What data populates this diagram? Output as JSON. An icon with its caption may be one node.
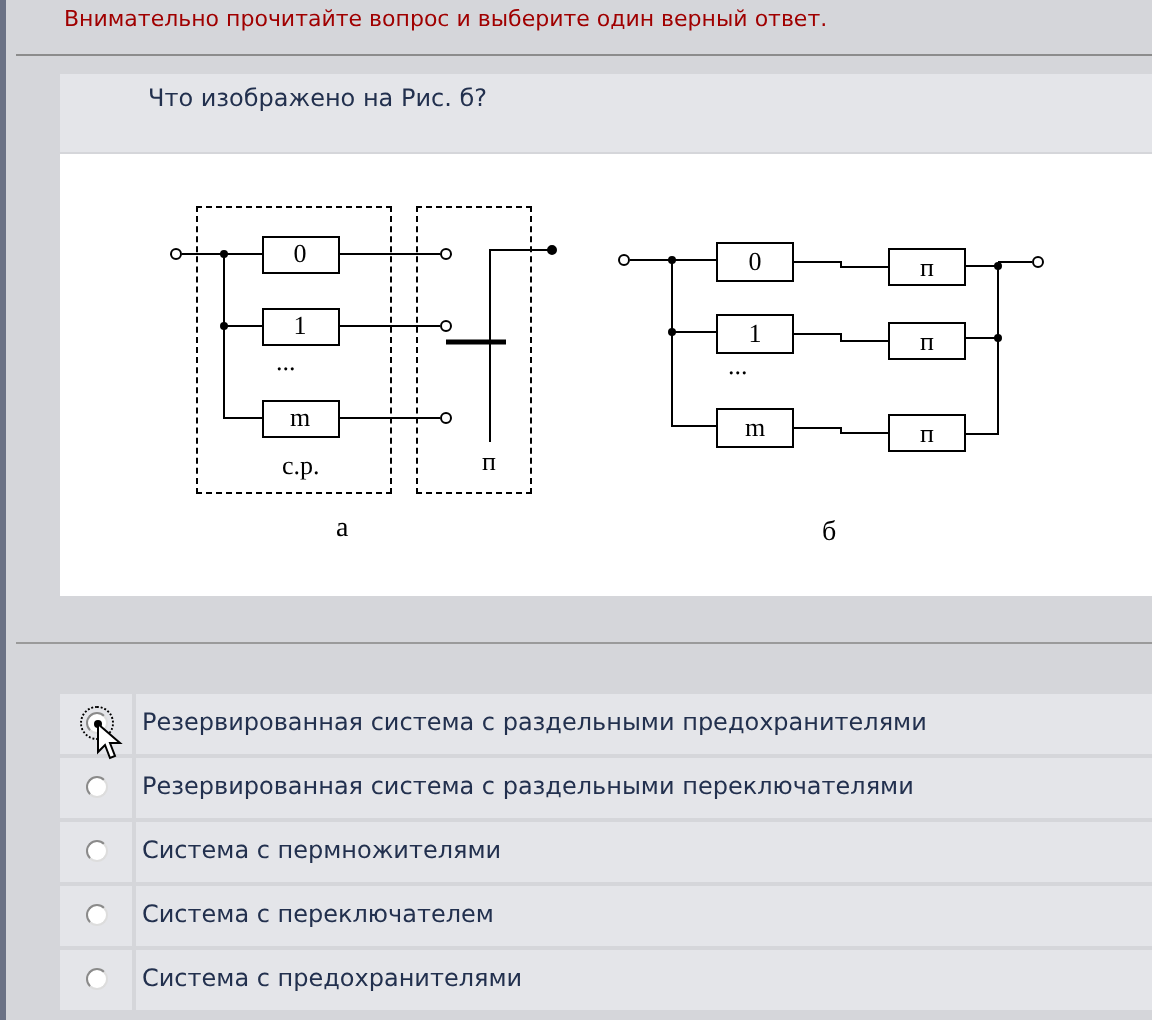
{
  "diagram": {
    "nodes": [
      {
        "text": [
          "с.р."
        ]
      },
      {
        "text": [
          "0"
        ],
        "in": 0
      },
      {
        "text": [
          "1"
        ],
        "in": 0
      },
      {
        "text": [
          "m"
        ],
        "in": 0
      },
      {
        "text": [
          "п"
        ]
      },
      {
        "text": [
          "0"
        ]
      },
      {
        "text": [
          "п"
        ]
      },
      {
        "text": [
          "1"
        ]
      },
      {
        "text": [
          "п"
        ]
      },
      {
        "text": [
          "m"
        ]
      },
      {
        "text": [
          "п"
        ]
      }
    ],
    "edges": [
      {
        "from": 5,
        "to": 6,
        "arrow": "none"
      },
      {
        "from": 7,
        "to": 8,
        "arrow": "none"
      },
      {
        "from": 9,
        "to": 10,
        "arrow": "none"
      }
    ],
    "labels": [
      "Внимательно прочитайте вопрос и выберите один верный ответ.",
      "Что изображено на Рис. б?",
      "...",
      "а",
      "...",
      "б",
      "Резервированная система с раздельными предохранителями",
      "Резервированная система с раздельными переключателями",
      "Система с пермножителями",
      "Система с переключателем",
      "Система с предохранителями"
    ]
  }
}
